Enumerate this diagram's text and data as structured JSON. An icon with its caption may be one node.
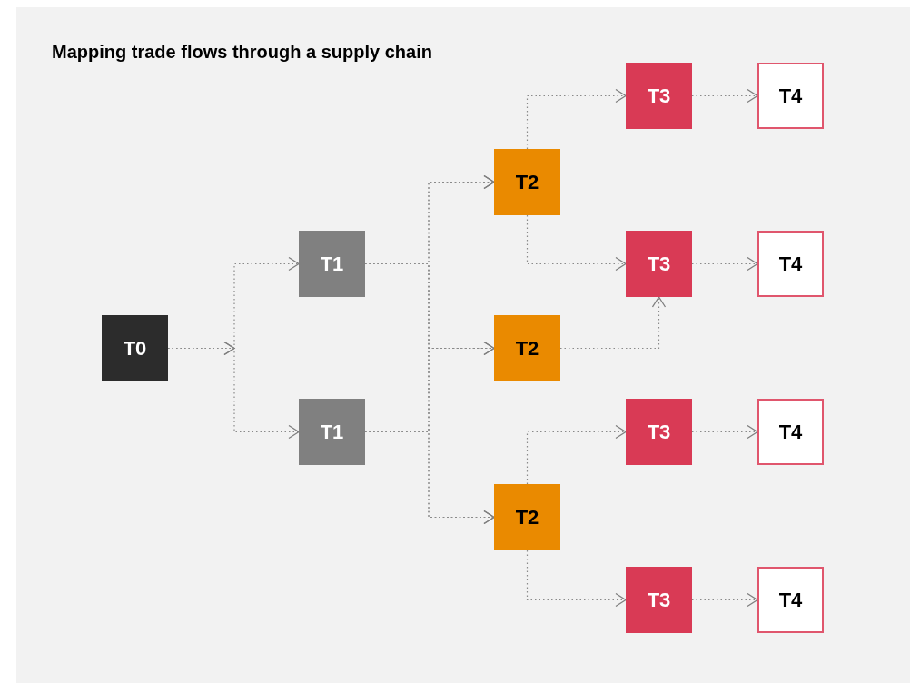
{
  "diagram": {
    "title": "Mapping trade flows through a supply chain",
    "nodes": [
      {
        "text": [
          "T0"
        ]
      },
      {
        "text": [
          "T1"
        ]
      },
      {
        "text": [
          "T1"
        ]
      },
      {
        "text": [
          "T2"
        ]
      },
      {
        "text": [
          "T2"
        ]
      },
      {
        "text": [
          "T2"
        ]
      },
      {
        "text": [
          "T3"
        ]
      },
      {
        "text": [
          "T3"
        ]
      },
      {
        "text": [
          "T3"
        ]
      },
      {
        "text": [
          "T3"
        ]
      },
      {
        "text": [
          "T4"
        ]
      },
      {
        "text": [
          "T4"
        ]
      },
      {
        "text": [
          "T4"
        ]
      },
      {
        "text": [
          "T4"
        ]
      }
    ],
    "edges": [
      {
        "from": 0,
        "to": 1,
        "arrow": "to"
      },
      {
        "from": 0,
        "to": 2,
        "arrow": "to"
      },
      {
        "from": 1,
        "to": 3,
        "arrow": "to"
      },
      {
        "from": 1,
        "to": 4,
        "arrow": "to"
      },
      {
        "from": 1,
        "to": 5,
        "arrow": "to"
      },
      {
        "from": 2,
        "to": 3,
        "arrow": "to"
      },
      {
        "from": 2,
        "to": 4,
        "arrow": "to"
      },
      {
        "from": 2,
        "to": 5,
        "arrow": "to"
      },
      {
        "from": 3,
        "to": 6,
        "arrow": "to"
      },
      {
        "from": 3,
        "to": 7,
        "arrow": "to"
      },
      {
        "from": 4,
        "to": 7,
        "arrow": "to"
      },
      {
        "from": 5,
        "to": 8,
        "arrow": "to"
      },
      {
        "from": 5,
        "to": 9,
        "arrow": "to"
      },
      {
        "from": 6,
        "to": 10,
        "arrow": "to"
      },
      {
        "from": 7,
        "to": 11,
        "arrow": "to"
      },
      {
        "from": 8,
        "to": 12,
        "arrow": "to"
      },
      {
        "from": 9,
        "to": 13,
        "arrow": "to"
      }
    ]
  }
}
